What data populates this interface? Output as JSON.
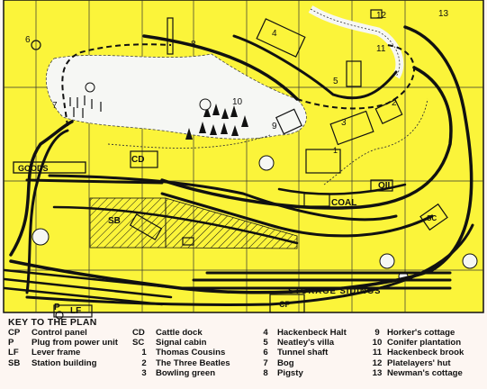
{
  "map": {
    "labels": {
      "goods": "GOODS",
      "cd": "CD",
      "coal": "COAL",
      "oil": "OIL",
      "sb": "SB",
      "sc": "SC",
      "storage_sidings": "STORAGE SIDINGS",
      "p": "P",
      "lf": "LF",
      "cp": "CP"
    },
    "numbers": {
      "n1": "1",
      "n2": "2",
      "n3": "3",
      "n4": "4",
      "n5": "5",
      "n6": "6",
      "n7": "7",
      "n8": "8",
      "n9": "9",
      "n10": "10",
      "n11": "11",
      "n12": "12",
      "n13": "13"
    },
    "colors": {
      "plan": "#fbf43a",
      "ink": "#111111",
      "paper": "#fdf6f2"
    }
  },
  "key": {
    "title": "KEY TO THE PLAN",
    "col1": [
      {
        "code": "CP",
        "text": "Control panel"
      },
      {
        "code": "P",
        "text": "Plug from power unit"
      },
      {
        "code": "LF",
        "text": "Lever frame"
      },
      {
        "code": "SB",
        "text": "Station building"
      }
    ],
    "col2": [
      {
        "code": "CD",
        "text": "Cattle dock"
      },
      {
        "code": "SC",
        "text": "Signal cabin"
      },
      {
        "code": "1",
        "text": "Thomas Cousins"
      },
      {
        "code": "2",
        "text": "The Three Beatles"
      },
      {
        "code": "3",
        "text": "Bowling green"
      }
    ],
    "col3": [
      {
        "code": "4",
        "text": "Hackenbeck Halt"
      },
      {
        "code": "5",
        "text": "Neatley's villa"
      },
      {
        "code": "6",
        "text": "Tunnel shaft"
      },
      {
        "code": "7",
        "text": "Bog"
      },
      {
        "code": "8",
        "text": "Pigsty"
      }
    ],
    "col4": [
      {
        "code": "9",
        "text": "Horker's cottage"
      },
      {
        "code": "10",
        "text": "Conifer plantation"
      },
      {
        "code": "11",
        "text": "Hackenbeck brook"
      },
      {
        "code": "12",
        "text": "Platelayers' hut"
      },
      {
        "code": "13",
        "text": "Newman's cottage"
      }
    ]
  }
}
